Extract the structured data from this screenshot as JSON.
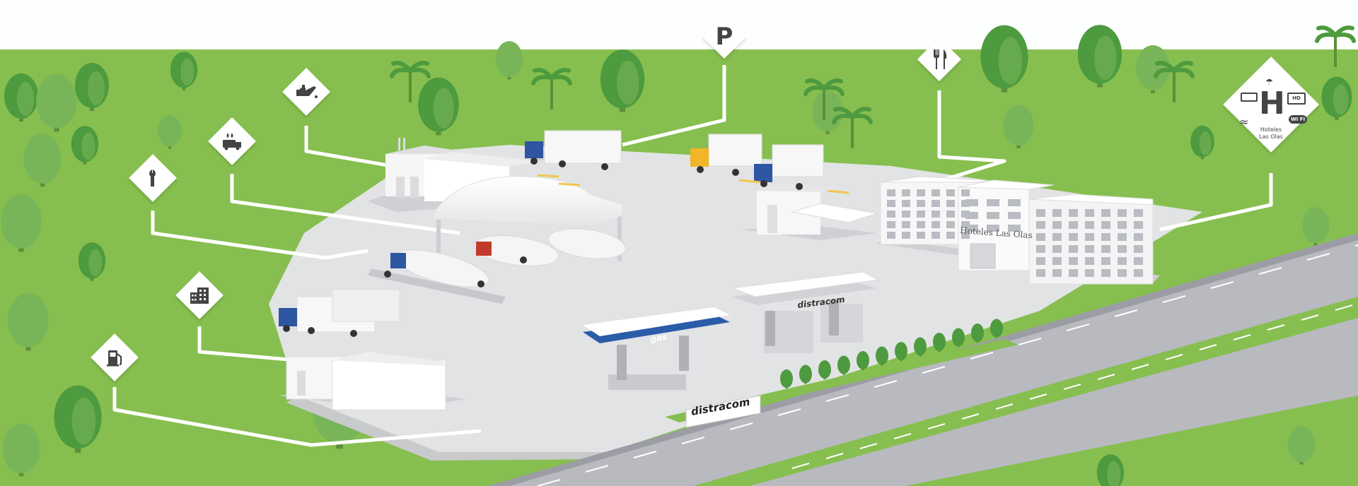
{
  "colors": {
    "sky": "#fdfefe",
    "grass": "#86bf4f",
    "grass_light": "#9acb63",
    "tree_dark": "#4e9a3e",
    "tree_light": "#78b559",
    "pavement": "#e2e3e5",
    "road": "#b9b9c0",
    "road_edge": "#a4a4ac",
    "building": "#f7f7f7",
    "building_shade": "#d9d9dc",
    "line": "#ffffff",
    "icon_dark": "#444444",
    "truck_blue": "#2f56a3",
    "truck_red": "#c23a2b",
    "truck_yellow": "#f0b529",
    "canopy_blue": "#2a5ca8"
  },
  "services": [
    {
      "name": "fuel",
      "icon": "fuel-pump-icon"
    },
    {
      "name": "offices",
      "icon": "building-icon"
    },
    {
      "name": "workshop",
      "icon": "wrench-icon"
    },
    {
      "name": "truck-wash",
      "icon": "truck-wash-icon"
    },
    {
      "name": "lubricants",
      "icon": "oil-can-icon"
    },
    {
      "name": "parking",
      "icon": "parking-icon",
      "label": "P"
    },
    {
      "name": "restaurant",
      "icon": "fork-knife-icon"
    },
    {
      "name": "hotel",
      "icon": "hotel-icon",
      "label": "H",
      "caption_line1": "Hoteles",
      "caption_line2": "Las Olas",
      "hd_label": "HD",
      "wifi_label": "WI FI"
    }
  ],
  "station": {
    "gas_canopy_label": "gas",
    "distracom_canopy_label": "distracom",
    "sign_label": "distracom"
  },
  "hotel": {
    "facade_label": "Hoteles Las Olas"
  }
}
